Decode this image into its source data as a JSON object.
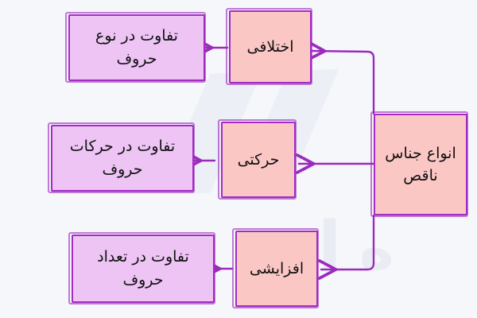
{
  "diagram": {
    "title": "انواع جناس ناقص",
    "direction": "rtl",
    "background_color": "#f6f7fa",
    "node_fill_pink": "#fbc7c5",
    "node_fill_lilac": "#edc4f4",
    "node_border_color": "#a32cc4",
    "connector_color": "#9b2bbd",
    "watermark": {
      "glyph_1": "و",
      "glyph_2": "ا",
      "glyph_3": "ه"
    },
    "nodes": {
      "root": {
        "label": "انواع جناس ناقص",
        "type": "root",
        "fill": "pink"
      },
      "branch_1": {
        "label": "اختلافی",
        "type": "branch",
        "fill": "pink"
      },
      "branch_2": {
        "label": "حرکتی",
        "type": "branch",
        "fill": "pink"
      },
      "branch_3": {
        "label": "افزایشی",
        "type": "branch",
        "fill": "pink"
      },
      "leaf_1": {
        "label": "تفاوت در نوع حروف",
        "type": "leaf",
        "fill": "lilac"
      },
      "leaf_2": {
        "label": "تفاوت در حرکات حروف",
        "type": "leaf",
        "fill": "lilac"
      },
      "leaf_3": {
        "label": "تفاوت در تعداد حروف",
        "type": "leaf",
        "fill": "lilac"
      }
    },
    "edges": [
      {
        "from": "root",
        "to": "branch_1",
        "style": "elbow-up-left"
      },
      {
        "from": "root",
        "to": "branch_2",
        "style": "straight-left"
      },
      {
        "from": "root",
        "to": "branch_3",
        "style": "elbow-down-left"
      },
      {
        "from": "branch_1",
        "to": "leaf_1",
        "style": "straight-left"
      },
      {
        "from": "branch_2",
        "to": "leaf_2",
        "style": "straight-left"
      },
      {
        "from": "branch_3",
        "to": "leaf_3",
        "style": "straight-left"
      }
    ]
  }
}
